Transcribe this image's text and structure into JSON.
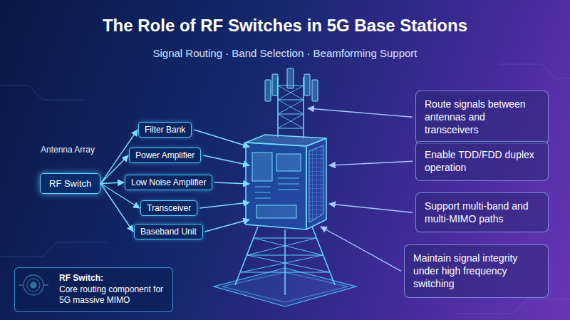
{
  "diagram": {
    "title": "The Role of RF Switches in 5G Base Stations",
    "nodes": [
      {
        "text": [
          "RF Switch"
        ]
      },
      {
        "text": [
          "Filter Bank"
        ]
      },
      {
        "text": [
          "Power Amplifier"
        ]
      },
      {
        "text": [
          "Low Noise Amplifier"
        ]
      },
      {
        "text": [
          "Transceiver"
        ]
      },
      {
        "text": [
          "Baseband Unit"
        ]
      },
      {
        "text": [
          "Route signals between antennas and transceivers"
        ]
      },
      {
        "text": [
          "Enable TDD/FDD duplex operation"
        ]
      },
      {
        "text": [
          "Support multi-band and multi-MIMO paths"
        ]
      },
      {
        "text": [
          "Maintain signal integrity under high frequency switching"
        ]
      },
      {
        "text": [
          "RF Switch:",
          "Core routing component for 5G massive MIMO"
        ]
      }
    ],
    "edges": [
      {
        "from": 0,
        "to": 1,
        "arrow": "to"
      },
      {
        "from": 0,
        "to": 2,
        "arrow": "to"
      },
      {
        "from": 0,
        "to": 3,
        "arrow": "to"
      },
      {
        "from": 0,
        "to": 4,
        "arrow": "to"
      },
      {
        "from": 0,
        "to": 5,
        "arrow": "to"
      }
    ],
    "labels": [
      "Signal Routing · Band Selection · Beamforming Support",
      "Antenna Array"
    ]
  }
}
